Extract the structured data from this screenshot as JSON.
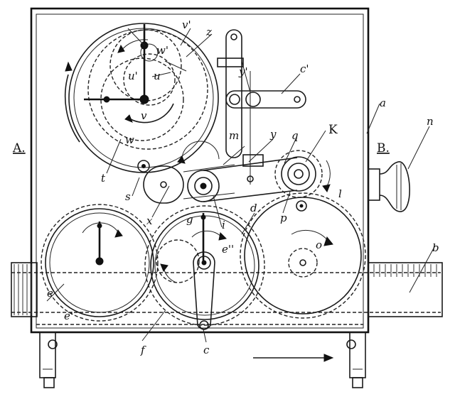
{
  "labels": {
    "A": "A.",
    "B": "B.",
    "K": "K",
    "a": "a",
    "b": "b",
    "c": "c",
    "c_prime": "c'",
    "d": "d",
    "e": "e",
    "e_prime": "e'",
    "e_dprime": "e''",
    "f": "f",
    "g": "g",
    "i": "i",
    "l": "l",
    "m": "m",
    "n": "n",
    "o": "o",
    "p": "p",
    "q": "q",
    "s": "s",
    "t": "t",
    "u": "u",
    "u_prime": "u'",
    "v": "v",
    "v_prime": "v'",
    "w": "w",
    "w_prime": "w'",
    "x": "x",
    "y": "y",
    "y_prime": "y'",
    "z": "z"
  }
}
